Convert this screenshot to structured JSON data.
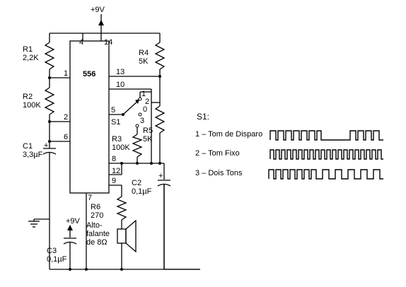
{
  "supply": {
    "top": "+9V",
    "c3": "+9V"
  },
  "ic": {
    "name": "556",
    "pins": {
      "p1": "1",
      "p2": "2",
      "p4": "4",
      "p5": "5",
      "p6": "6",
      "p7": "7",
      "p8": "8",
      "p9": "9",
      "p10": "10",
      "p12": "12",
      "p13": "13",
      "p14": "14"
    }
  },
  "components": {
    "r1": {
      "ref": "R1",
      "val": "2,2K"
    },
    "r2": {
      "ref": "R2",
      "val": "100K"
    },
    "r3": {
      "ref": "R3",
      "val": "100K"
    },
    "r4": {
      "ref": "R4",
      "val": "5K"
    },
    "r5": {
      "ref": "R5",
      "val": "5K"
    },
    "r6": {
      "ref": "R6",
      "val": "270"
    },
    "c1": {
      "ref": "C1",
      "val": "3,3µF"
    },
    "c2": {
      "ref": "C2",
      "val": "0,1µF"
    },
    "c3": {
      "ref": "C3",
      "val": "0,1µF"
    },
    "speaker": {
      "line1": "Alto-",
      "line2": "falante",
      "line3": "de 8Ω"
    },
    "switch": {
      "ref": "S1",
      "pos1": "1",
      "pos0": "0",
      "pos2": "2",
      "pos3": "3"
    }
  },
  "legend": {
    "title": "S1:",
    "items": [
      {
        "label": "1 – Tom de Disparo"
      },
      {
        "label": "2 – Tom Fixo"
      },
      {
        "label": "3 – Dois Tons"
      }
    ]
  }
}
